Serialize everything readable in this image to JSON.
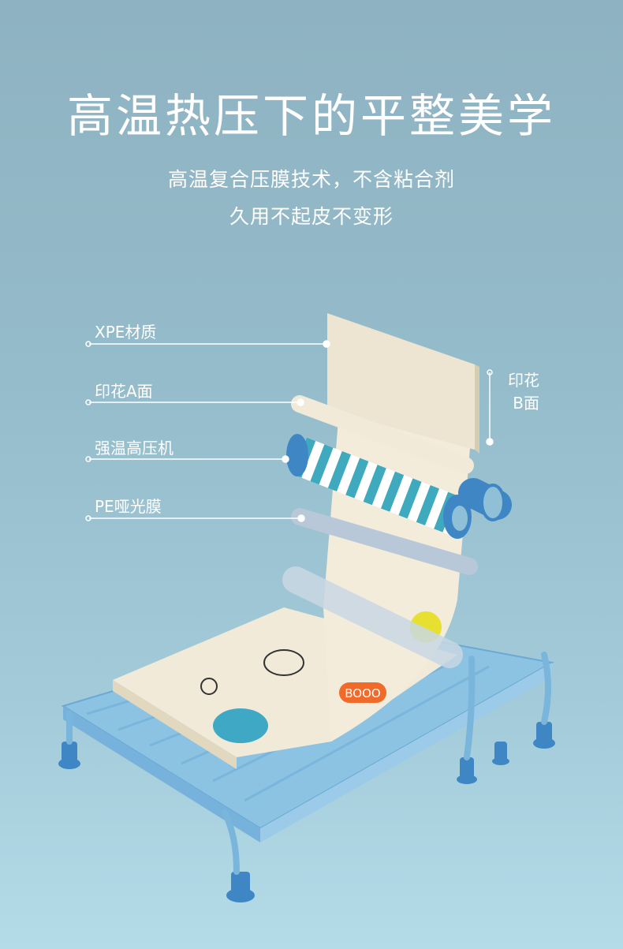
{
  "title": "高温热压下的平整美学",
  "subtitle_lines": [
    "高温复合压膜技术，不含粘合剂",
    "久用不起皮不变形"
  ],
  "labels": {
    "xpe": "XPE材质",
    "print_a": "印花A面",
    "press_machine": "强温高压机",
    "pe_film": "PE哑光膜",
    "print_b_line1": "印花",
    "print_b_line2": "B面"
  },
  "mat_badge_text": "BOOO",
  "colors": {
    "accent_blue": "#3f86c4",
    "teal_stripe": "#3fa9bd",
    "mat": "#f1ead8"
  }
}
